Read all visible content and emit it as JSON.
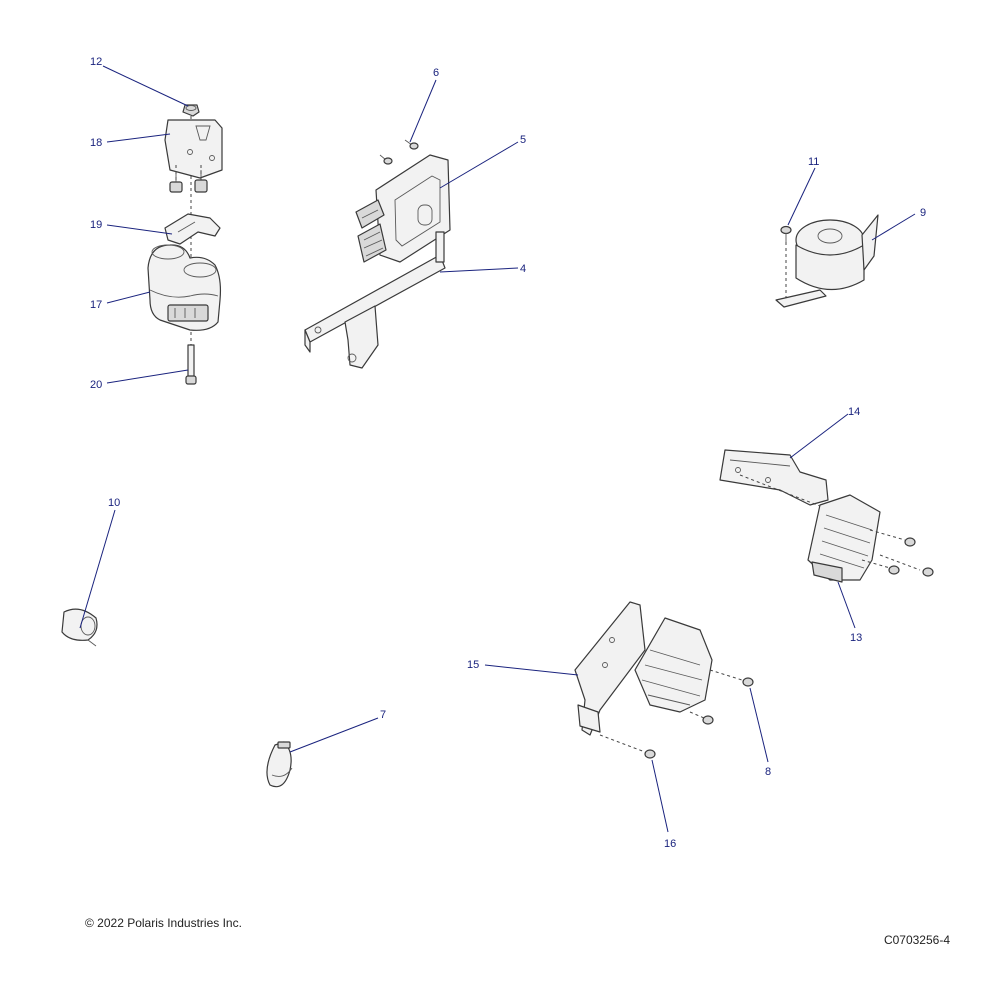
{
  "callouts": {
    "c4": "4",
    "c5": "5",
    "c6": "6",
    "c7": "7",
    "c8": "8",
    "c9": "9",
    "c10": "10",
    "c11": "11",
    "c12": "12",
    "c13": "13",
    "c14": "14",
    "c15": "15",
    "c16": "16",
    "c17": "17",
    "c18": "18",
    "c19": "19",
    "c20": "20"
  },
  "footer": {
    "copyright": "© 2022 Polaris Industries Inc.",
    "diagram_code": "C0703256-4"
  }
}
